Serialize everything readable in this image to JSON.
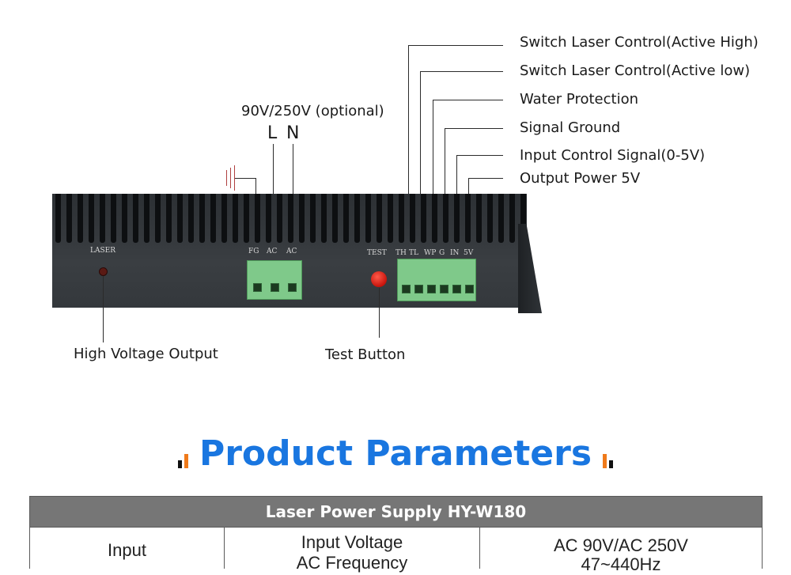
{
  "annotations": {
    "switch_high": "Switch Laser Control(Active High)",
    "switch_low": "Switch Laser Control(Active low)",
    "water": "Water Protection",
    "signal_ground": "Signal Ground",
    "input_control": "Input Control Signal(0-5V)",
    "output_power": "Output Power 5V",
    "voltage_optional": "90V/250V (optional)",
    "L": "L",
    "N": "N",
    "high_voltage": "High Voltage Output",
    "test_button": "Test Button"
  },
  "device_labels": {
    "laser": "LASER",
    "fg": "FG",
    "ac1": "AC",
    "ac2": "AC",
    "test": "TEST",
    "th": "TH",
    "tl": "TL",
    "wp": "WP",
    "g": "G",
    "in": "IN",
    "v5": "5V"
  },
  "colors": {
    "title_blue": "#1976e0",
    "accent_orange": "#f07a1a",
    "accent_black": "#111111",
    "table_header": "#767676"
  },
  "section": {
    "title": "Product Parameters"
  },
  "table": {
    "header": "Laser Power Supply HY-W180",
    "rows": [
      {
        "label": "Input",
        "param1": "Input Voltage",
        "param2": "AC Frequency",
        "value1": "AC 90V/AC 250V",
        "value2": "47~440Hz"
      }
    ]
  }
}
